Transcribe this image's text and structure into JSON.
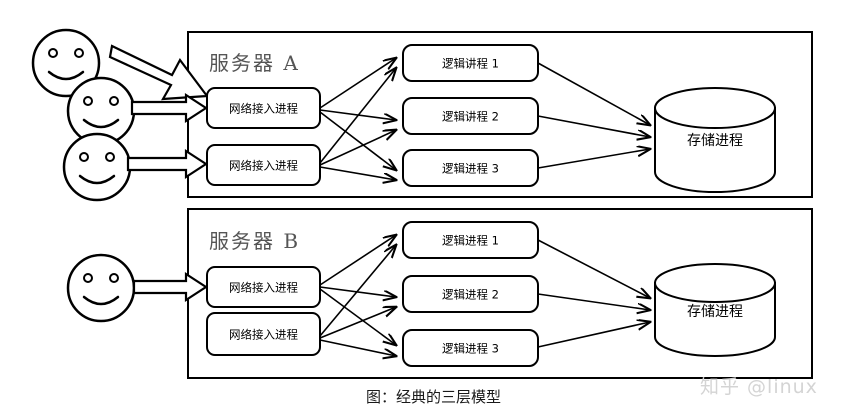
{
  "figure": {
    "caption": "图：经典的三层模型",
    "watermark": "知乎 @linux",
    "colors": {
      "stroke": "#000000",
      "background": "#ffffff",
      "title_gray": "#555555",
      "watermark_gray": "#d4d4d4"
    }
  },
  "servers": [
    {
      "id": "server-a",
      "title": "服务器 A",
      "network_processes": [
        {
          "label": "网络接入进程"
        },
        {
          "label": "网络接入进程"
        }
      ],
      "logic_processes": [
        {
          "label": "逻辑讲程 1"
        },
        {
          "label": "逻辑讲程 2"
        },
        {
          "label": "逻辑进程 3"
        }
      ],
      "storage_process": {
        "label": "存储进程"
      },
      "clients": 3
    },
    {
      "id": "server-b",
      "title": "服务器 B",
      "network_processes": [
        {
          "label": "网络接入进程"
        },
        {
          "label": "网络接入进程"
        }
      ],
      "logic_processes": [
        {
          "label": "逻辑进程 1"
        },
        {
          "label": "逻辑进程 2"
        },
        {
          "label": "逻辑进程 3"
        }
      ],
      "storage_process": {
        "label": "存储进程"
      },
      "clients": 1
    }
  ],
  "icons": {
    "smiley": "smiley-face-icon",
    "cylinder": "database-cylinder-icon",
    "block_arrow": "block-arrow-icon",
    "thin_arrow": "thin-arrow-icon"
  }
}
